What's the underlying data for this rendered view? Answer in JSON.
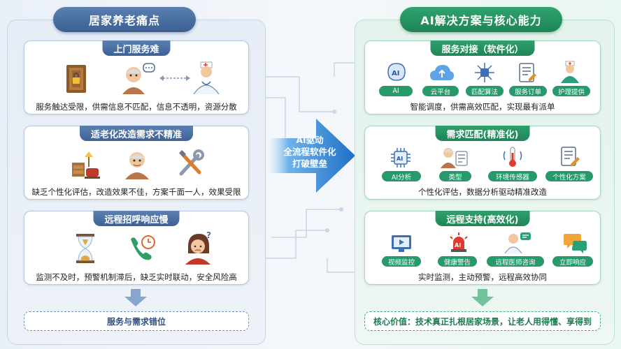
{
  "left_panel": {
    "title": "居家养老痛点",
    "cards": [
      {
        "title": "上门服务难",
        "desc": "服务触达受限，供需信息不匹配，信息不透明，资源分散",
        "icons": [
          "locked-door-icon",
          "elderly-person-speech-icon",
          "double-arrow-icon",
          "doctor-icon"
        ]
      },
      {
        "title": "适老化改造需求不精准",
        "desc": "缺乏个性化评估，改造效果不佳，方案千面一人，效果受限",
        "icons": [
          "furniture-lamp-icon",
          "elderly-person-icon",
          "tools-icon"
        ]
      },
      {
        "title": "远程招呼响应慢",
        "desc": "监测不及时，预警机制滞后，缺乏实时联动，安全风险高",
        "icons": [
          "hourglass-icon",
          "phone-clock-icon",
          "worried-woman-icon"
        ]
      }
    ],
    "bottom": "服务与需求错位"
  },
  "middle": {
    "lines": [
      "AI驱动",
      "全流程软件化",
      "打破壁垒"
    ]
  },
  "right_panel": {
    "title": "AI解决方案与核心能力",
    "cards": [
      {
        "title": "服务对接（软件化）",
        "labels": [
          "AI",
          "云平台",
          "匹配算法",
          "服务订单",
          "护理提供"
        ],
        "icons": [
          "ai-brain-icon",
          "cloud-upload-icon",
          "network-chip-icon",
          "order-document-icon",
          "nurse-icon"
        ],
        "desc": "智能调度，供需高效匹配，实现最有派单"
      },
      {
        "title": "需求匹配(精准化)",
        "labels": [
          "AI分析",
          "类型",
          "环境传感器",
          "个性化方案"
        ],
        "icons": [
          "ai-chip-icon",
          "profile-card-icon",
          "thermometer-icon",
          "plan-document-icon"
        ],
        "desc": "个性化评估，数据分析驱动精准改造"
      },
      {
        "title": "远程支持(高效化)",
        "labels": [
          "视频监控",
          "健康警告",
          "远程医师咨询",
          "立即响应"
        ],
        "icons": [
          "video-camera-icon",
          "alarm-siren-icon",
          "doctor-chat-icon",
          "chat-bubbles-icon"
        ],
        "desc": "实时监测，主动预警，远程高效协同"
      }
    ],
    "bottom": "核心价值：技术真正扎根居家场景，让老人用得懂、享得到"
  },
  "colors": {
    "left_accent": "#3e6296",
    "right_accent": "#1f8557",
    "arrow": "#2f86d6"
  }
}
